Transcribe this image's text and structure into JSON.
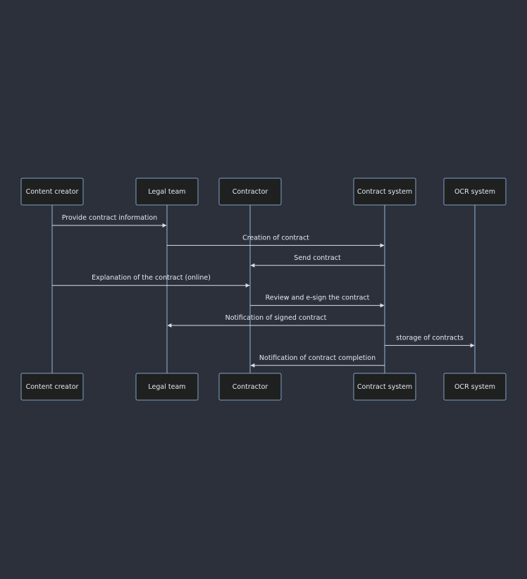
{
  "diagram": {
    "type": "sequence",
    "colors": {
      "background": "#2b303b",
      "actor_fill": "#1f2020",
      "actor_border": "#81a1c1",
      "lifeline": "#81a1c1",
      "message": "#d8dee9",
      "text": "#e5e9f0"
    },
    "participants": [
      {
        "id": "content_creator",
        "label": "Content creator"
      },
      {
        "id": "legal_team",
        "label": "Legal team"
      },
      {
        "id": "contractor",
        "label": "Contractor"
      },
      {
        "id": "contract_system",
        "label": "Contract system"
      },
      {
        "id": "ocr_system",
        "label": "OCR system"
      }
    ],
    "messages": [
      {
        "from": "content_creator",
        "to": "legal_team",
        "label": "Provide contract information"
      },
      {
        "from": "legal_team",
        "to": "contract_system",
        "label": "Creation of contract"
      },
      {
        "from": "contract_system",
        "to": "contractor",
        "label": "Send contract"
      },
      {
        "from": "content_creator",
        "to": "contractor",
        "label": "Explanation of the contract (online)"
      },
      {
        "from": "contractor",
        "to": "contract_system",
        "label": "Review and e-sign the contract"
      },
      {
        "from": "contract_system",
        "to": "legal_team",
        "label": "Notification of signed contract"
      },
      {
        "from": "contract_system",
        "to": "ocr_system",
        "label": "storage of contracts"
      },
      {
        "from": "contract_system",
        "to": "contractor",
        "label": "Notification of contract completion"
      }
    ]
  }
}
